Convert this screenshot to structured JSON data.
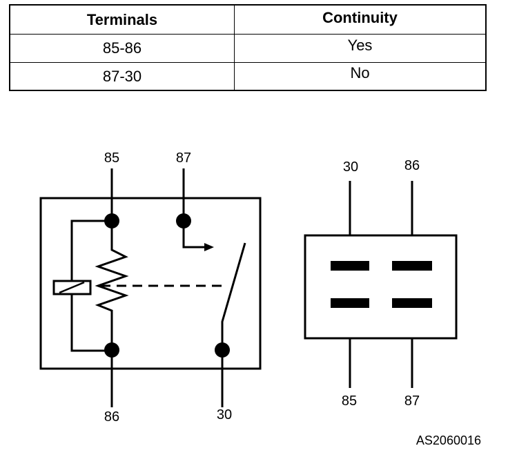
{
  "table": {
    "headers": [
      "Terminals",
      "Continuity"
    ],
    "rows": [
      [
        "85-86",
        "Yes"
      ],
      [
        "87-30",
        "No"
      ]
    ]
  },
  "relay_schematic": {
    "terminal_labels": {
      "t85": "85",
      "t87": "87",
      "t86": "86",
      "t30": "30"
    }
  },
  "relay_pinout": {
    "terminal_labels": {
      "top_left": "30",
      "top_right": "86",
      "bottom_left": "85",
      "bottom_right": "87"
    }
  },
  "figure_id": "AS2060016"
}
